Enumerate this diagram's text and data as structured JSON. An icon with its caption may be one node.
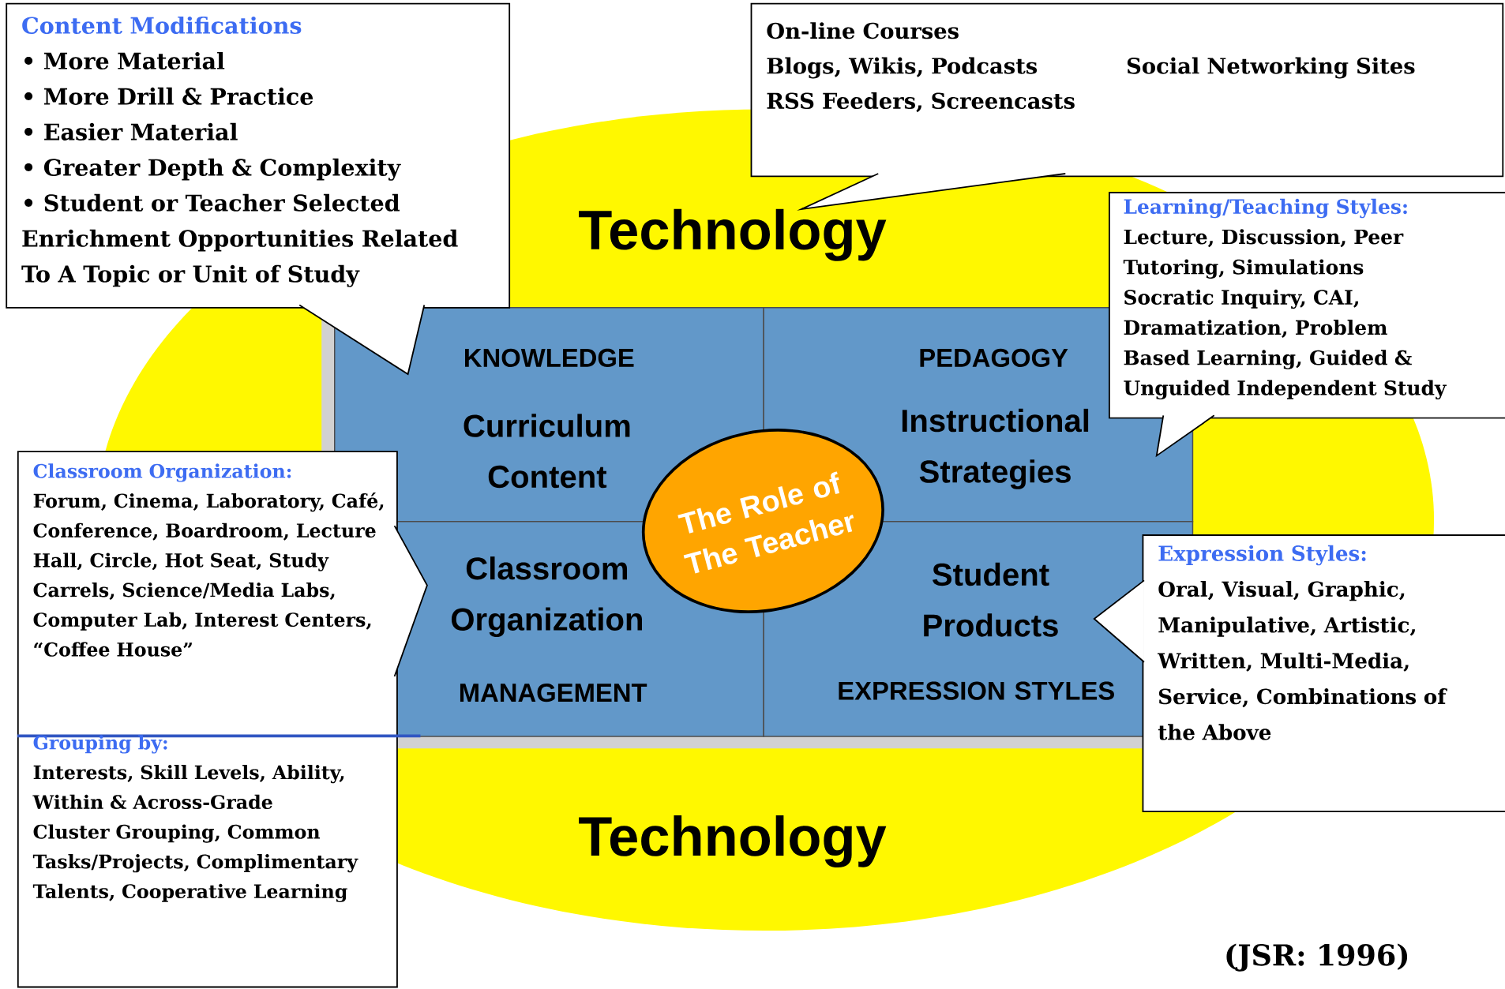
{
  "diagram": {
    "nodes": [
      {
        "text": [
          "Content Modifications",
          "• More Material",
          "• More Drill & Practice",
          "• Easier Material",
          "• Greater Depth & Complexity",
          "• Student or Teacher Selected Enrichment Opportunities Related To A Topic or Unit of Study"
        ]
      },
      {
        "text": [
          "On-line Courses",
          "Blogs, Wikis, Podcasts",
          "RSS Feeders, Screencasts",
          "Social Networking Sites"
        ]
      },
      {
        "text": [
          "Technology",
          "Technology"
        ]
      },
      {
        "text": [
          "KNOWLEDGE",
          "Curriculum Content"
        ],
        "in": 2
      },
      {
        "text": [
          "PEDAGOGY",
          "Instructional Strategies"
        ],
        "in": 2
      },
      {
        "text": [
          "Classroom Organization",
          "MANAGEMENT"
        ],
        "in": 2
      },
      {
        "text": [
          "Student Products",
          "EXPRESSION STYLES"
        ],
        "in": 2
      },
      {
        "text": [
          "The Role of The Teacher"
        ],
        "in": 2
      },
      {
        "text": [
          "Learning/Teaching Styles:",
          "Lecture, Discussion, Peer Tutoring, Simulations Socratic Inquiry, CAI, Dramatization, Problem Based Learning, Guided & Unguided Independent Study"
        ]
      },
      {
        "text": [
          "Classroom Organization:",
          "Forum, Cinema, Laboratory, Café, Conference, Boardroom, Lecture Hall, Circle, Hot Seat, Study Carrels, Science/Media Labs, Computer Lab, Interest Centers, “Coffee House”",
          "Grouping by:",
          "Interests, Skill Levels, Ability, Within & Across-Grade Cluster Grouping, Common Tasks/Projects, Complimentary Talents, Cooperative Learning"
        ]
      },
      {
        "text": [
          "Expression Styles:",
          "Oral, Visual, Graphic, Manipulative, Artistic, Written, Multi-Media, Service, Combinations of the Above"
        ]
      }
    ],
    "labels": [
      "(JSR: 1996)"
    ]
  }
}
